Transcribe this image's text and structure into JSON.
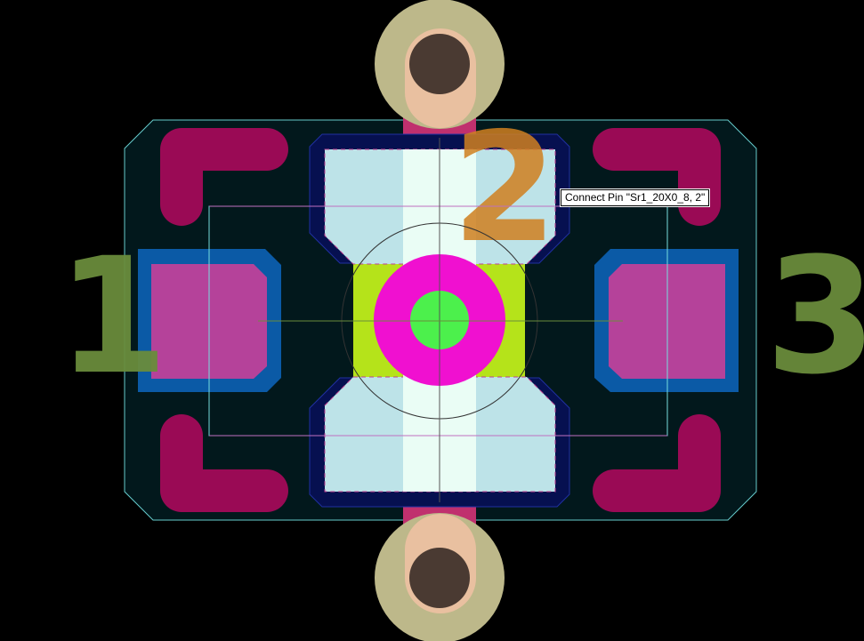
{
  "tooltip": {
    "text": "Connect Pin \"Sr1_20X0_8, 2\""
  },
  "silkscreen": {
    "pin1": "1",
    "pin2": "2",
    "pin3": "3"
  },
  "colors": {
    "background": "#000000",
    "body": "#02181c",
    "courtyard": "#66cccc",
    "silk_corners": "#9a0a55",
    "pad_outer": "#0b5aa6",
    "pad_inner": "#b5429a",
    "center_pad": "#bde3e8",
    "solder_mask": "#061050",
    "trace": "#c0306e",
    "via_ring": "#bdb88a",
    "via_pad": "#e9c0a0",
    "via_hole": "#4a3a32",
    "center_ring": "#f010d0",
    "center_dot": "#4cf04c",
    "yellow_pad": "#b5e31a",
    "silk_text": "#6a8c3c"
  }
}
